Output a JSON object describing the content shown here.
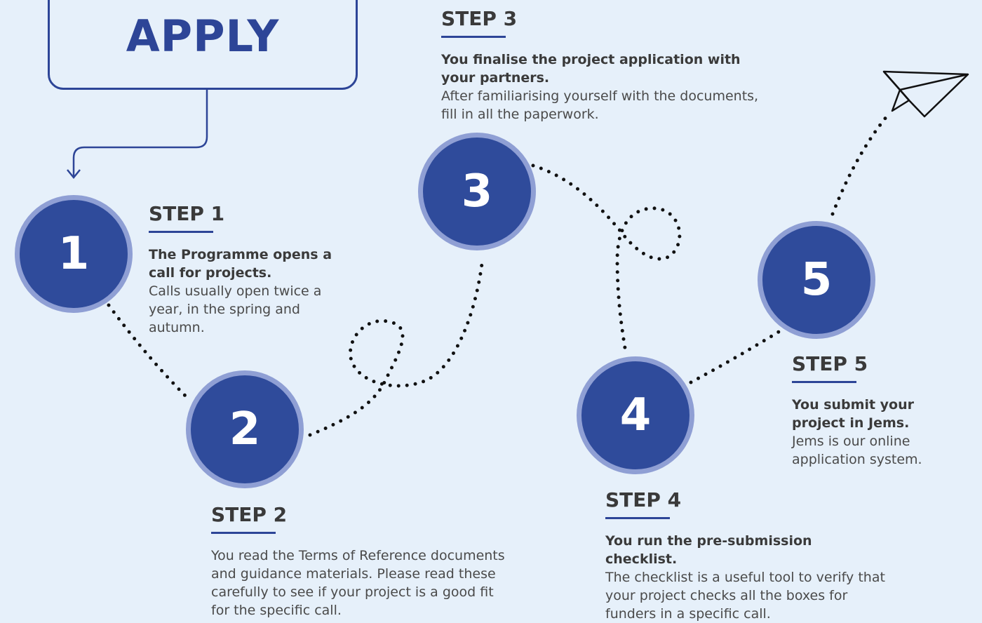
{
  "header": {
    "title": "APPLY"
  },
  "steps": [
    {
      "number": "1",
      "label": "STEP 1",
      "heading": "The Programme opens a call for projects.",
      "body": "Calls usually open twice a year, in the spring and autumn."
    },
    {
      "number": "2",
      "label": "STEP 2",
      "heading": "",
      "body": "You read the Terms of Reference documents and guidance materials. Please read these carefully to see if your project is a good fit for the specific call."
    },
    {
      "number": "3",
      "label": "STEP 3",
      "heading": "You finalise the project application with your partners.",
      "body": "After familiarising yourself with the documents, fill in all the paperwork."
    },
    {
      "number": "4",
      "label": "STEP 4",
      "heading": "You run the pre-submission checklist.",
      "body": "The checklist is a useful tool to verify that your project checks all the boxes for funders in a specific call."
    },
    {
      "number": "5",
      "label": "STEP 5",
      "heading": "You submit your project in Jems.",
      "body": "Jems is our online application system."
    }
  ],
  "icons": {
    "send": "paper-plane-icon",
    "arrow": "arrow-down-icon"
  },
  "colors": {
    "background": "#e6f0fa",
    "primary": "#2f4b9b",
    "circle_ring": "#8f9fd4",
    "text": "#3a3a3a"
  }
}
